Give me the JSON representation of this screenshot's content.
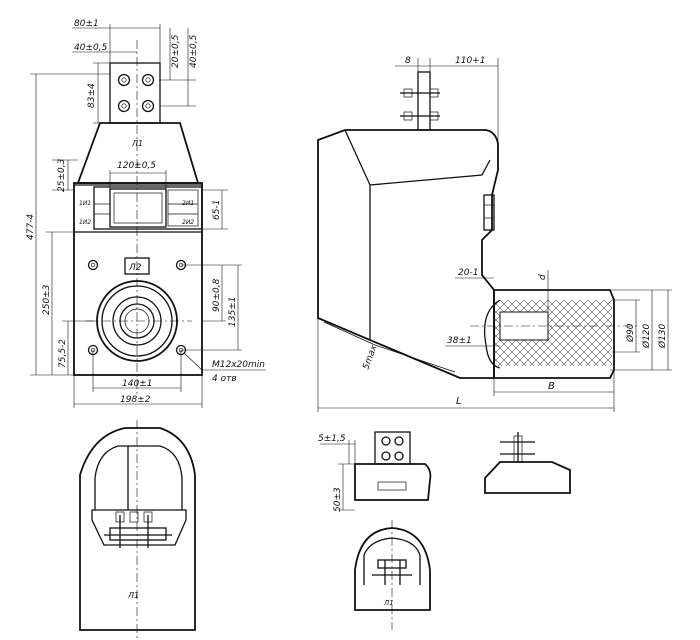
{
  "front_view": {
    "dims": {
      "d80": "80±1",
      "d40a": "40±0,5",
      "d20v": "20±0,5",
      "d40v": "40±0,5",
      "d83": "83±4",
      "d477": "477-4",
      "d25": "25±0,3",
      "d120": "120±0,5",
      "d65": "65-1",
      "d250": "250±3",
      "d90": "90±0,8",
      "d135": "135±1",
      "d75": "75,5-2",
      "d140": "140±1",
      "d198": "198±2"
    },
    "marks": {
      "l1": "Л1",
      "l2": "Л2",
      "one_i1": "1И1",
      "one_i2": "1И2",
      "two_i1": "2И1",
      "two_i2": "2И2"
    },
    "note_thread": "М12х20min",
    "note_count": "4 отв"
  },
  "side_view": {
    "dims": {
      "d8": "8",
      "d110": "110+1",
      "d20": "20-1",
      "dd": "d",
      "d38": "38±1",
      "d5max": "5max",
      "dL": "L",
      "dB": "B",
      "dia90": "Ø90",
      "dia120": "Ø120",
      "dia130": "Ø130"
    }
  },
  "detail_views": {
    "d5": "5±1,5",
    "d50": "50±3",
    "l1": "Л1"
  }
}
